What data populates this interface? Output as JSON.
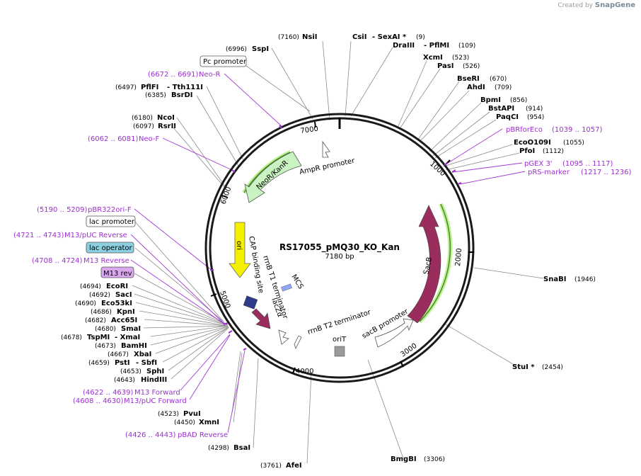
{
  "credit": {
    "prefix": "Created by",
    "brand": "SnapGene"
  },
  "plasmid": {
    "name": "RS17055_pMQ30_KO_Kan",
    "size": "7180 bp"
  },
  "ticks": [
    "1000",
    "2000",
    "3000",
    "4000",
    "5000",
    "6000",
    "7000"
  ],
  "features": {
    "neo": "NeoR/KanR",
    "ampr_promoter": "AmpR promoter",
    "ori": "ori",
    "cap_site": "CAP binding site",
    "rrnb_t1": "rrnB T1 terminator",
    "lacz": "lacZα",
    "mcs": "MCS",
    "rrnb_t2": "rrnB T2 terminator",
    "orit": "oriT",
    "sacb_promoter": "sacB promoter",
    "sacb": "SacB"
  },
  "sites": {
    "nsi": {
      "name": "NsiI",
      "pos": "(7160)"
    },
    "csi": {
      "name": "CsiI",
      "extra": "- SexAI *",
      "pos": "(9)"
    },
    "draiii": {
      "name": "DraIII",
      "extra": "- PflMI",
      "pos": "(109)"
    },
    "xcm": {
      "name": "XcmI",
      "pos": "(523)"
    },
    "pas": {
      "name": "PasI",
      "pos": "(526)"
    },
    "bseri": {
      "name": "BseRI",
      "pos": "(670)"
    },
    "ahd": {
      "name": "AhdI",
      "pos": "(709)"
    },
    "bpm": {
      "name": "BpmI",
      "pos": "(856)"
    },
    "bstapi": {
      "name": "BstAPI",
      "pos": "(914)"
    },
    "paqci": {
      "name": "PaqCI",
      "pos": "(954)"
    },
    "eco0109": {
      "name": "EcoO109I",
      "pos": "(1055)"
    },
    "pfoi": {
      "name": "PfoI",
      "pos": "(1112)"
    },
    "snabi": {
      "name": "SnaBI",
      "pos": "(1946)"
    },
    "stui": {
      "name": "StuI *",
      "pos": "(2454)"
    },
    "bmgbi": {
      "name": "BmgBI",
      "pos": "(3306)"
    },
    "afei": {
      "name": "AfeI",
      "pos": "(3761)"
    },
    "bsai": {
      "name": "BsaI",
      "pos": "(4298)"
    },
    "xmni": {
      "name": "XmnI",
      "pos": "(4450)"
    },
    "pvui": {
      "name": "PvuI",
      "pos": "(4523)"
    },
    "hindiii": {
      "name": "HindIII",
      "pos": "(4643)"
    },
    "sphi": {
      "name": "SphI",
      "pos": "(4653)"
    },
    "psti": {
      "name": "PstI",
      "extra": "- SbfI",
      "pos": "(4659)"
    },
    "xbai": {
      "name": "XbaI",
      "pos": "(4667)"
    },
    "bamhi": {
      "name": "BamHI",
      "pos": "(4673)"
    },
    "tspmi": {
      "name": "TspMI",
      "extra": "- XmaI",
      "pos": "(4678)"
    },
    "smai": {
      "name": "SmaI",
      "pos": "(4680)"
    },
    "acc65i": {
      "name": "Acc65I",
      "pos": "(4682)"
    },
    "kpni": {
      "name": "KpnI",
      "pos": "(4686)"
    },
    "eco53ki": {
      "name": "Eco53kI",
      "pos": "(4690)"
    },
    "saci": {
      "name": "SacI",
      "pos": "(4692)"
    },
    "ecori": {
      "name": "EcoRI",
      "pos": "(4694)"
    },
    "rsrii": {
      "name": "RsrII",
      "pos": "(6097)"
    },
    "ncoi": {
      "name": "NcoI",
      "pos": "(6180)"
    },
    "bsrdi": {
      "name": "BsrDI",
      "pos": "(6385)"
    },
    "pflfi": {
      "name": "PflFI",
      "extra": "- Tth111I",
      "pos": "(6497)"
    },
    "sspi": {
      "name": "SspI",
      "pos": "(6996)"
    }
  },
  "primers": {
    "neor": {
      "range": "(6672 .. 6691)",
      "name": "Neo-R"
    },
    "neof": {
      "range": "(6062 .. 6081)",
      "name": "Neo-F"
    },
    "pbrfor": {
      "name": "pBRforEco",
      "range": "(1039 .. 1057)"
    },
    "pgex3": {
      "name": "pGEX 3'",
      "range": "(1095 .. 1117)"
    },
    "prs": {
      "name": "pRS-marker",
      "range": "(1217 .. 1236)"
    },
    "pbr322": {
      "range": "(5190 .. 5209)",
      "name": "pBR322ori-F"
    },
    "m13puc_rev": {
      "range": "(4721 .. 4743)",
      "name": "M13/pUC Reverse"
    },
    "m13_rev": {
      "range": "(4708 .. 4724)",
      "name": "M13 Reverse"
    },
    "m13_fwd": {
      "range": "(4622 .. 4639)",
      "name": "M13 Forward"
    },
    "m13puc_fwd": {
      "range": "(4608 .. 4630)",
      "name": "M13/pUC Forward"
    },
    "pbad_rev": {
      "range": "(4426 .. 4443)",
      "name": "pBAD Reverse"
    }
  },
  "boxed": {
    "pc_promoter": "Pc promoter",
    "lac_promoter": "lac promoter",
    "lac_operator": "lac operator",
    "m13rev": "M13 rev"
  },
  "colors": {
    "primer": "#9b2fd0",
    "sacb": "#9a2c5e",
    "ori": "#f5f000",
    "neo": "#c9f3c0",
    "highlight": "#b2ef7e",
    "lac_operator": "#8ccfe0",
    "m13rev_box": "#d9a8ef"
  }
}
